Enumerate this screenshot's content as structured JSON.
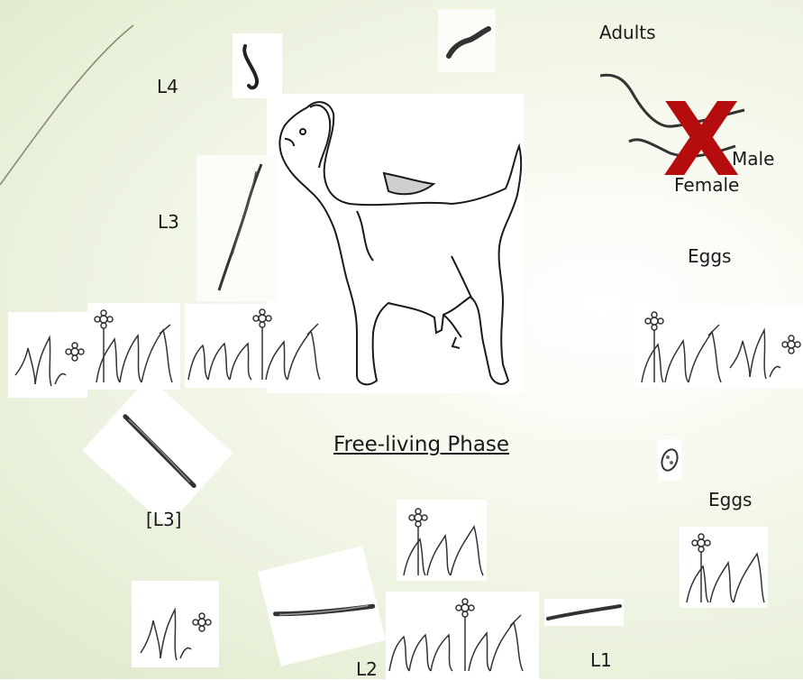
{
  "labels": {
    "adults": "Adults",
    "l4": "L4",
    "l3": "L3",
    "male": "Male",
    "female": "Female",
    "eggs_top": "Eggs",
    "eggs_bottom": "Eggs",
    "free_living_phase": "Free-living Phase",
    "l3_sheathed": "[L3]",
    "l2": "L2",
    "l1": "L1",
    "x_mark": "X"
  },
  "colors": {
    "x_mark": "#b50d0d",
    "background": "#eef4e2",
    "ink": "#222222"
  },
  "icons": [
    "goat-icon",
    "worm-icon",
    "grass-icon",
    "flower-icon",
    "egg-icon",
    "larva-icon"
  ]
}
